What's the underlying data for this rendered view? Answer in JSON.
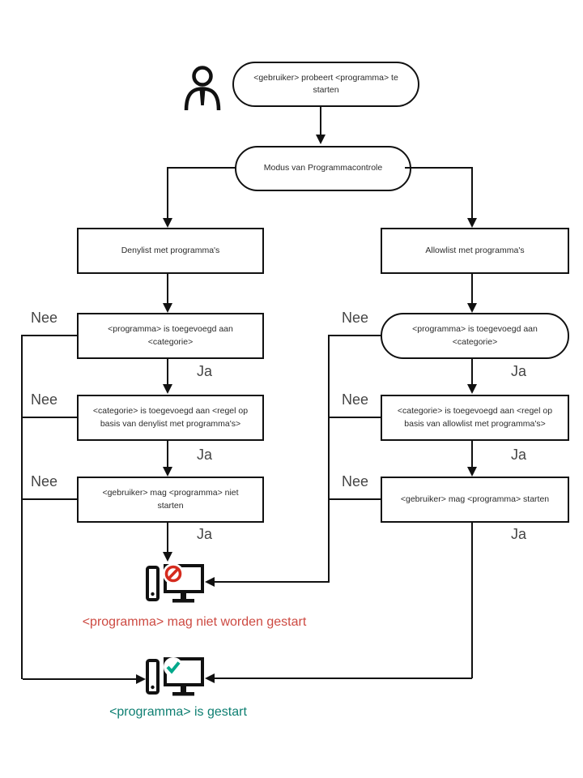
{
  "flow": {
    "start": "<gebruiker> probeert <programma> te\nstarten",
    "mode": "Modus van Programmacontrole",
    "labels": {
      "yes": "Ja",
      "no": "Nee"
    },
    "deny": {
      "list": "Denylist met programma's",
      "program_in_category": "<programma> is toegevoegd aan\n<categorie>",
      "category_in_rule": "<categorie> is toegevoegd aan <regel op\nbasis van denylist met programma's>",
      "verdict": "<gebruiker> mag <programma> niet\nstarten"
    },
    "allow": {
      "list": "Allowlist met programma's",
      "program_in_category": "<programma> is toegevoegd aan\n<categorie>",
      "category_in_rule": "<categorie> is toegevoegd aan <regel op\nbasis van allowlist met programma's>",
      "verdict": "<gebruiker> mag <programma> starten"
    },
    "outcome_blocked": "<programma> mag niet worden gestart",
    "outcome_started": "<programma> is gestart",
    "icons": {
      "user": "user-icon",
      "blocked": "computer-blocked-icon",
      "started": "computer-started-icon"
    },
    "colors": {
      "blocked_text": "#cd4a42",
      "started_text": "#0e7f72",
      "blocked_badge": "#d52b1e",
      "started_badge": "#00a88b",
      "line": "#111111"
    }
  }
}
